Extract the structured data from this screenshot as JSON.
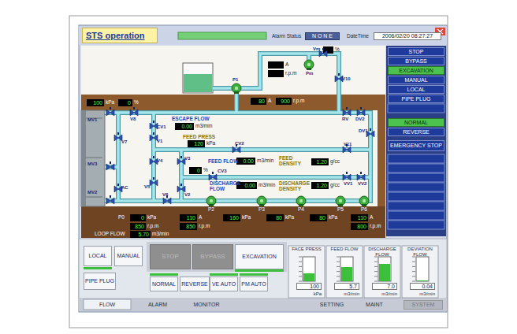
{
  "diagram": {
    "title": "STS operation",
    "nodes": [
      {
        "text": [
          "N O N E"
        ]
      },
      {
        "text": [
          "2006/02/20 08:27:27"
        ]
      },
      {
        "text": [
          "STOP"
        ]
      },
      {
        "text": [
          "BYPASS"
        ]
      },
      {
        "text": [
          "EXCAVATION"
        ]
      },
      {
        "text": [
          "MANUAL"
        ]
      },
      {
        "text": [
          "LOCAL"
        ]
      },
      {
        "text": [
          "PIPE PLUG"
        ]
      },
      {
        "text": [
          "NORMAL"
        ]
      },
      {
        "text": [
          "REVERSE"
        ]
      },
      {
        "text": [
          "EMERGENCY STOP"
        ]
      },
      {
        "text": [
          "LOCAL"
        ]
      },
      {
        "text": [
          "MANUAL"
        ]
      },
      {
        "text": [
          "STOP"
        ]
      },
      {
        "text": [
          "BYPASS"
        ]
      },
      {
        "text": [
          "EXCAVATION"
        ]
      },
      {
        "text": [
          "PIPE PLUG"
        ]
      },
      {
        "text": [
          "NORMAL"
        ]
      },
      {
        "text": [
          "REVERSE"
        ]
      },
      {
        "text": [
          "VE AUTO"
        ]
      },
      {
        "text": [
          "PM AUTO"
        ]
      },
      {
        "text": [
          "FACE PRESS",
          "100",
          "kPa"
        ]
      },
      {
        "text": [
          "FEED FLOW",
          "5.7",
          "m3/min"
        ]
      },
      {
        "text": [
          "DISCHARGE FLOW",
          "7.0",
          "m3/min"
        ]
      },
      {
        "text": [
          "DEVIATION FLOW",
          "0.04",
          "m3/min"
        ]
      },
      {
        "text": [
          "FLOW"
        ]
      },
      {
        "text": [
          "ALARM"
        ]
      },
      {
        "text": [
          "MONITOR"
        ]
      },
      {
        "text": [
          "SETTING"
        ]
      },
      {
        "text": [
          "MAINT"
        ]
      },
      {
        "text": [
          "SYSTEM"
        ]
      },
      {
        "text": [
          "100"
        ]
      },
      {
        "text": [
          "0"
        ]
      },
      {
        "text": [
          "0.00"
        ]
      },
      {
        "text": [
          "120"
        ]
      },
      {
        "text": [
          "0"
        ]
      },
      {
        "text": [
          "0.00"
        ]
      },
      {
        "text": [
          "1.20"
        ]
      },
      {
        "text": [
          "0.00"
        ]
      },
      {
        "text": [
          "1.20"
        ]
      },
      {
        "text": [
          "80"
        ]
      },
      {
        "text": [
          "900"
        ]
      },
      {
        "text": [
          "0"
        ]
      },
      {
        "text": [
          "850"
        ]
      },
      {
        "text": [
          "5.70"
        ]
      },
      {
        "text": [
          "110"
        ]
      },
      {
        "text": [
          "850"
        ]
      },
      {
        "text": [
          "160"
        ]
      },
      {
        "text": [
          "80"
        ]
      },
      {
        "text": [
          "80"
        ]
      },
      {
        "text": [
          "110"
        ]
      },
      {
        "text": [
          "800"
        ]
      }
    ],
    "labels": [
      "Alarm Status",
      "DateTime",
      "ESCAPE FLOW",
      "m3/min",
      "FEED PRESS",
      "kPa",
      "FEED FLOW",
      "m3/min",
      "FEED DENSITY",
      "g/cc",
      "DISCHARGE FLOW",
      "m3/min",
      "DISCHARGE DENSITY",
      "g/cc",
      "%",
      "%",
      "kPa",
      "A",
      "r.p.m",
      "MV1",
      "MV3",
      "MV2",
      "V8",
      "CV1",
      "V7",
      "V1",
      "V4",
      "V5",
      "V6",
      "V3",
      "V2",
      "CV3",
      "CV2",
      "AC",
      "P1",
      "P2",
      "P3",
      "P4",
      "P5",
      "P6",
      "Pm",
      "Vm",
      "V10",
      "V11",
      "RV",
      "DV2",
      "DV1",
      "VV1",
      "VV2",
      "P0",
      "kPa",
      "r.p.m",
      "LOOP FLOW",
      "m3/min",
      "A",
      "r.p.m",
      "kPa",
      "kPa",
      "kPa",
      "A",
      "r.p.m",
      "A",
      "r.p.m",
      "%"
    ]
  }
}
